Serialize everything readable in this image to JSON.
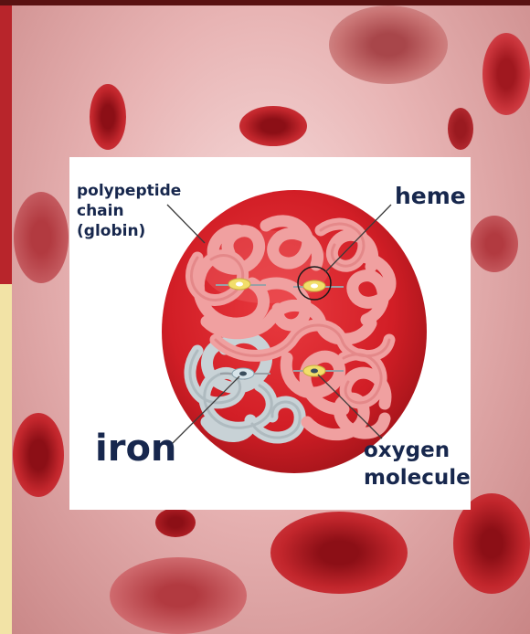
{
  "diagram": {
    "labels": {
      "polypeptide": [
        "polypeptide",
        "chain",
        "(globin)"
      ],
      "heme": "heme",
      "iron": "iron",
      "oxygen": [
        "oxygen",
        "molecule"
      ]
    }
  },
  "colors": {
    "label_text": "#17274d",
    "cell_red": "#d21e26",
    "chain_pink": "#f0a0a0",
    "chain_gray": "#c8d2d6",
    "heme_yellow": "#f2de6a"
  }
}
